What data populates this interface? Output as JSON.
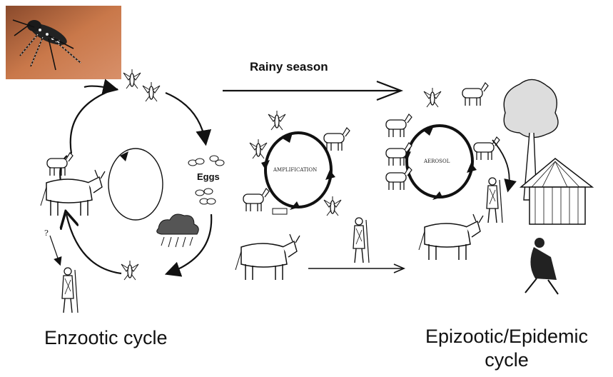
{
  "title_arrow_label": "Rainy season",
  "eggs_label": "Eggs",
  "left_cycle_label": "Enzootic cycle",
  "right_cycle_label": "Epizootic/Epidemic cycle",
  "amplification_label": "AMPLIFICATION",
  "aerosol_label": "AEROSOL",
  "icons": [
    "mosquito-photo",
    "mosquito-icon",
    "cow-icon",
    "goat-icon",
    "sheep-icon",
    "herder-icon",
    "rain-cloud-icon",
    "tree-icon",
    "hut-icon",
    "eggs-icon"
  ],
  "colors": {
    "ink": "#111111",
    "photo_skin": "#c9784a",
    "photo_dark": "#8a4a2c"
  }
}
